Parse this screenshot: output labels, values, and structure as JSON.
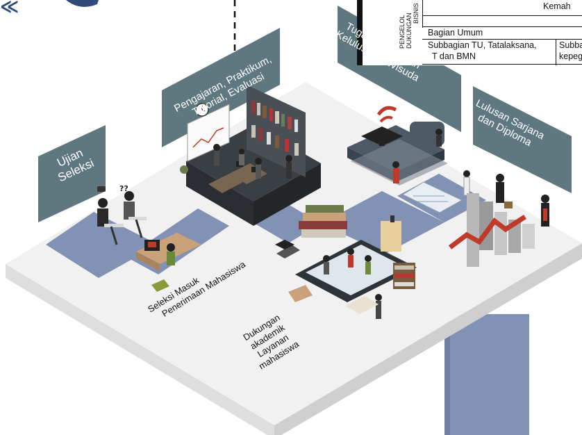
{
  "table": {
    "side_label_1": "PENGELOL",
    "side_label_2": "DUKUNGAN",
    "side_label_3": "BISNIS",
    "top_right_text": "Kemah",
    "section_header": "Bagian Umum",
    "cell_left_line1": "Subbagian TU, Tatalaksana,",
    "cell_left_line2": "T dan BMN",
    "cell_right_line1": "Subbag",
    "cell_right_line2": "kepega"
  },
  "stages": {
    "ujian_seleksi": [
      "Ujian",
      "Seleksi"
    ],
    "pengajaran": [
      "Pengajaran, Praktikum,",
      "Tutorial, Evaluasi"
    ],
    "tugas_akhir": [
      "Tugas Akhir, Ujian",
      "Kelulusan & Wisuda"
    ],
    "lulusan": [
      "Lulusan Sarjana",
      "dan Diploma"
    ]
  },
  "floor_labels": {
    "seleksi_masuk": [
      "Seleksi Masuk",
      "Penerimaan Mahasiswa"
    ],
    "dukungan": [
      "Dukungan",
      "akademik",
      "Layanan",
      "mahasiswa"
    ]
  },
  "logo_glyph": "«",
  "colors": {
    "banner": "#5f7880",
    "path": "#8292b5",
    "platform_top": "#f0f0f0",
    "platform_side": "#e0e0e0",
    "accent_red": "#c0392b"
  }
}
